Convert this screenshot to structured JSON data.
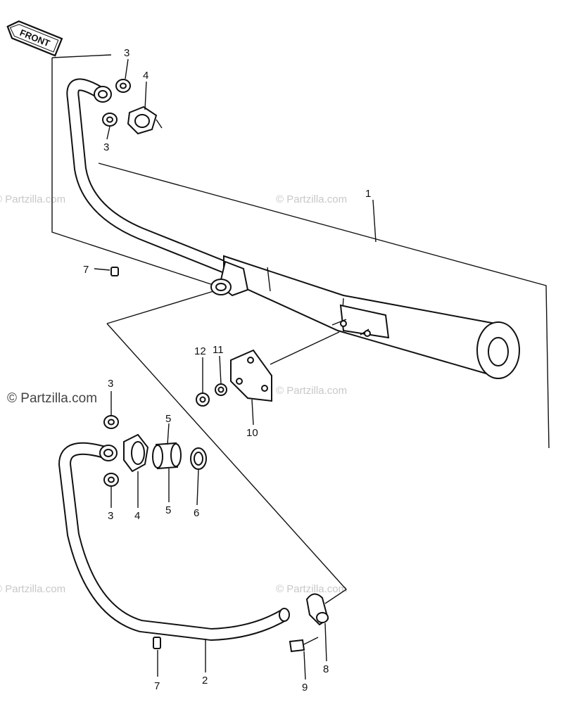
{
  "front_label": "FRONT",
  "watermark_text": "© Partzilla.com",
  "callouts": [
    "1",
    "2",
    "3",
    "3",
    "3",
    "3",
    "4",
    "4",
    "5",
    "5",
    "6",
    "7",
    "7",
    "8",
    "9",
    "10",
    "11",
    "12"
  ]
}
